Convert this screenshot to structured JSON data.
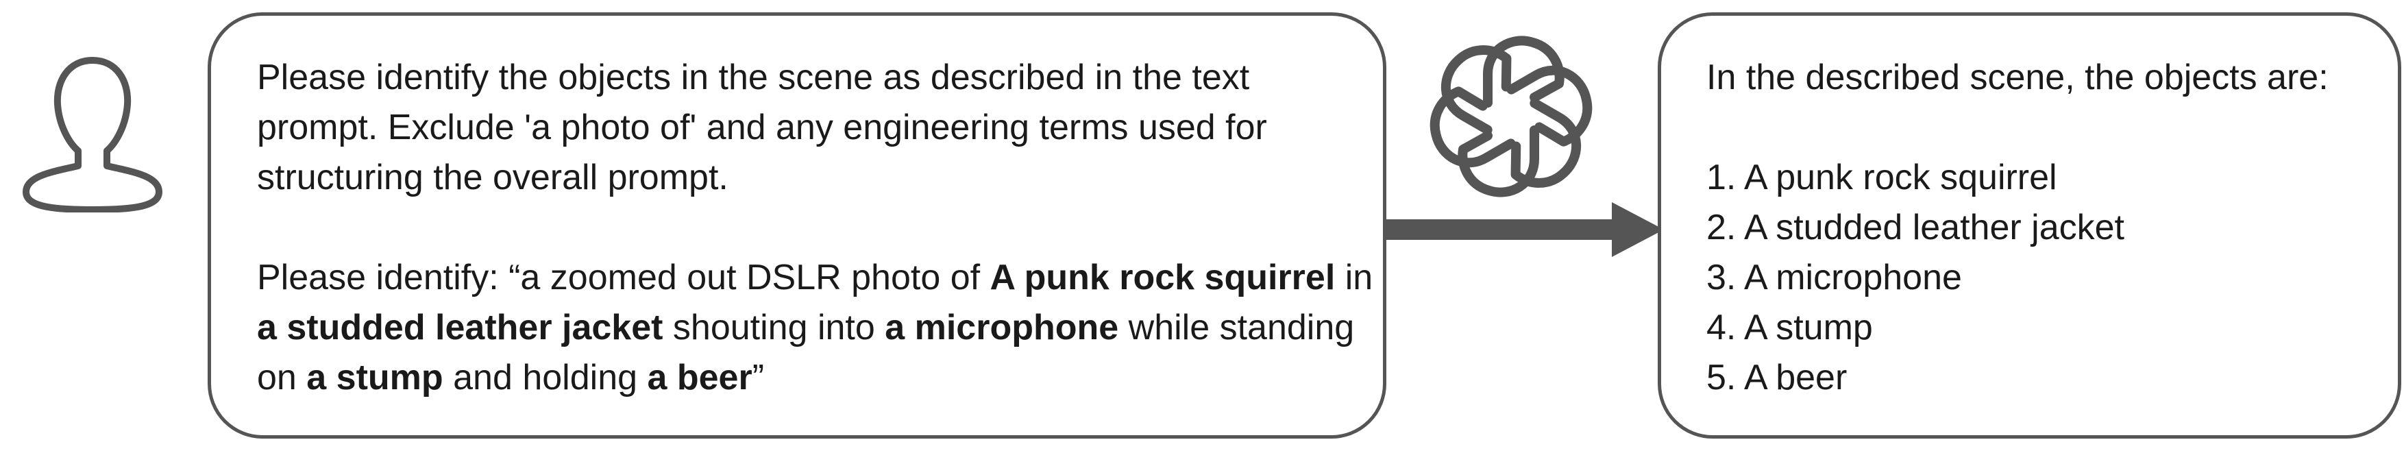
{
  "prompt": {
    "paragraph1": "Please identify the objects in the scene as described in the text prompt. Exclude 'a photo of' and any engineering terms used for structuring the overall prompt.",
    "paragraph2_segments": [
      {
        "text": "Please identify: “a zoomed out DSLR photo of ",
        "bold": false
      },
      {
        "text": "A punk rock squirrel",
        "bold": true
      },
      {
        "text": " in ",
        "bold": false
      },
      {
        "text": "a studded leather jacket",
        "bold": true
      },
      {
        "text": " shouting into ",
        "bold": false
      },
      {
        "text": "a microphone",
        "bold": true
      },
      {
        "text": " while standing on ",
        "bold": false
      },
      {
        "text": "a stump",
        "bold": true
      },
      {
        "text": " and holding ",
        "bold": false
      },
      {
        "text": "a beer",
        "bold": true
      },
      {
        "text": "”",
        "bold": false
      }
    ]
  },
  "answer": {
    "title": "In the described scene, the objects are:",
    "items": [
      "1. A punk rock squirrel",
      "2. A studded leather jacket",
      "3. A microphone",
      "4. A stump",
      "5. A beer"
    ]
  },
  "icons": {
    "user": "user-icon",
    "assistant": "openai-logo-icon"
  },
  "colors": {
    "outline": "#555555",
    "text": "#1a1a1a"
  }
}
